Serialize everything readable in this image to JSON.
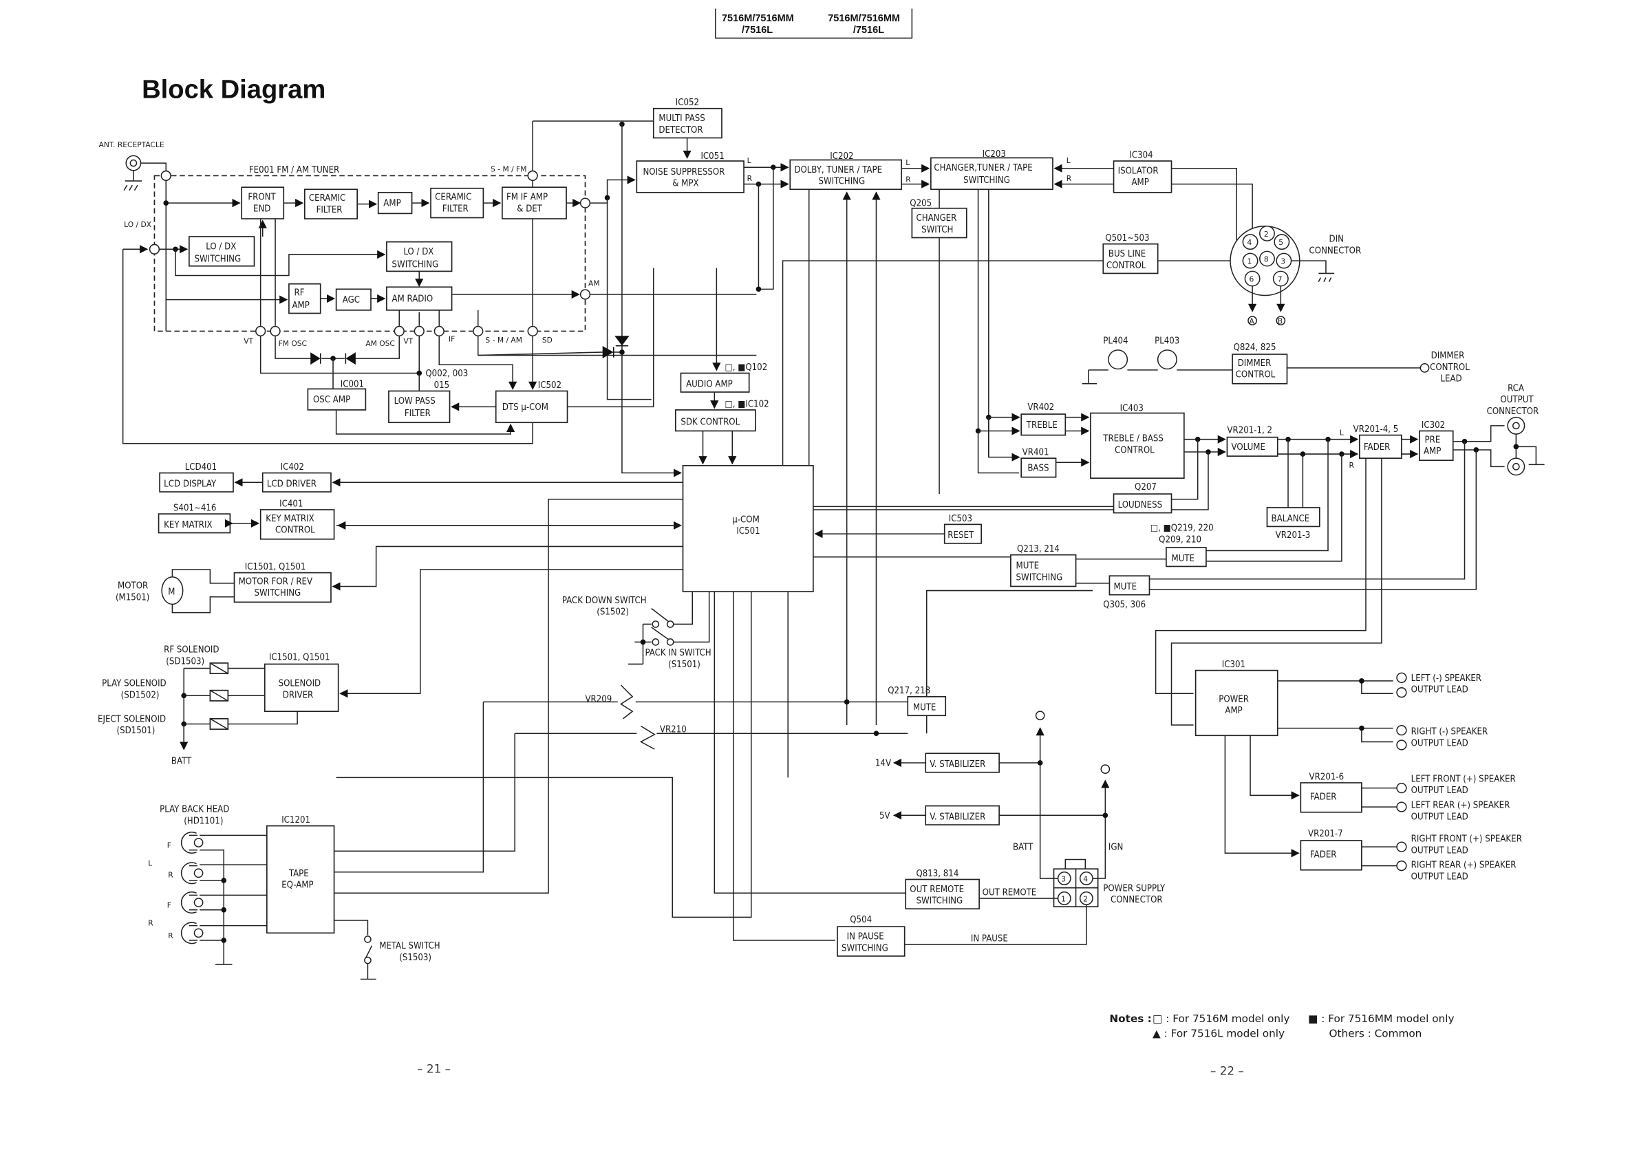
{
  "header": {
    "model_left_1": "7516M/7516MM",
    "model_left_2": "/7516L",
    "model_right_1": "7516M/7516MM",
    "model_right_2": "/7516L"
  },
  "title": "Block Diagram",
  "tuner": {
    "ant": "ANT. RECEPTACLE",
    "module": "FE001 FM / AM TUNER",
    "lodx": "LO / DX",
    "front_end": [
      "FRONT",
      "END"
    ],
    "ceramic1": [
      "CERAMIC",
      "FILTER"
    ],
    "amp": "AMP",
    "ceramic2": [
      "CERAMIC",
      "FILTER"
    ],
    "fm_if": [
      "FM IF AMP",
      "& DET"
    ],
    "lodx_sw1": [
      "LO / DX",
      "SWITCHING"
    ],
    "lodx_sw2": [
      "LO / DX",
      "SWITCHING"
    ],
    "rf_amp": [
      "RF",
      "AMP"
    ],
    "agc": "AGC",
    "am_radio": "AM RADIO",
    "smfm": "S - M / FM",
    "am": "AM",
    "pins": {
      "vt1": "VT",
      "fm_osc": "FM OSC",
      "am_osc": "AM OSC",
      "vt2": "VT",
      "if": "IF",
      "smam": "S - M / AM",
      "sd": "SD"
    },
    "ic001": "IC001",
    "osc_amp": "OSC AMP",
    "q002": "Q002, 003",
    "q015": "015",
    "lpf": [
      "LOW PASS",
      "FILTER"
    ],
    "ic502": "IC502",
    "dts": "DTS μ-COM"
  },
  "signal": {
    "ic052": "IC052",
    "mpd": [
      "MULTI PASS",
      "DETECTOR"
    ],
    "ic051": "IC051",
    "ns": [
      "NOISE SUPPRESSOR",
      "& MPX"
    ],
    "ic202": "IC202",
    "dolby": [
      "DOLBY, TUNER / TAPE",
      "SWITCHING"
    ],
    "ic203": "IC203",
    "changer": [
      "CHANGER,TUNER / TAPE",
      "SWITCHING"
    ],
    "q205": "Q205",
    "chsw": [
      "CHANGER",
      "SWITCH"
    ],
    "ic304": "IC304",
    "iso": [
      "ISOLATOR",
      "AMP"
    ],
    "q501": "Q501~503",
    "bus": [
      "BUS LINE",
      "CONTROL"
    ],
    "din": [
      "DIN",
      "CONNECTOR"
    ],
    "din_pins": [
      "1",
      "2",
      "3",
      "4",
      "5",
      "6",
      "7",
      "8"
    ],
    "ref_a": "A",
    "ref_b": "B",
    "L": "L",
    "R": "R"
  },
  "dimmer": {
    "pl404": "PL404",
    "pl403": "PL403",
    "q824": "Q824, 825",
    "dim": [
      "DIMMER",
      "CONTROL"
    ],
    "lead": [
      "DIMMER",
      "CONTROL",
      "LEAD"
    ]
  },
  "audio": {
    "q102": "□, ■Q102",
    "audio_amp": "AUDIO AMP",
    "ic102": "□, ■IC102",
    "sdk": "SDK CONTROL",
    "vr402": "VR402",
    "treble": "TREBLE",
    "vr401": "VR401",
    "bass": "BASS",
    "ic403": "IC403",
    "tb": [
      "TREBLE / BASS",
      "CONTROL"
    ],
    "q207": "Q207",
    "loud": "LOUDNESS",
    "vr201_12": "VR201-1, 2",
    "volume": "VOLUME",
    "balance": "BALANCE",
    "vr201_3": "VR201-3",
    "vr201_45": "VR201-4, 5",
    "fader": "FADER",
    "ic302": "IC302",
    "pre": [
      "PRE",
      "AMP"
    ],
    "rca": [
      "RCA",
      "OUTPUT",
      "CONNECTOR"
    ],
    "q219": "□, ■Q219, 220",
    "q209": "Q209, 210",
    "mute1": "MUTE",
    "q213": "Q213, 214",
    "mutesw": [
      "MUTE",
      "SWITCHING"
    ],
    "mute2": "MUTE",
    "q305": "Q305, 306"
  },
  "control": {
    "lcd401": "LCD401",
    "lcd": "LCD DISPLAY",
    "ic402": "IC402",
    "lcd_drv": "LCD DRIVER",
    "s401": "S401~416",
    "keym": "KEY MATRIX",
    "ic401": "IC401",
    "keyc": [
      "KEY MATRIX",
      "CONTROL"
    ],
    "ic1501a": "IC1501, Q1501",
    "motor_sw": [
      "MOTOR FOR / REV",
      "SWITCHING"
    ],
    "motor": [
      "MOTOR",
      "(M1501)"
    ],
    "m": "M",
    "ucom": [
      "μ-COM",
      "IC501"
    ],
    "ic503": "IC503",
    "reset": "RESET",
    "pds": [
      "PACK DOWN SWITCH",
      "(S1502)"
    ],
    "pis": [
      "PACK IN SWITCH",
      "(S1501)"
    ],
    "rf_sol": [
      "RF SOLENOID",
      "(SD1503)"
    ],
    "play_sol": [
      "PLAY SOLENOID",
      "(SD1502)"
    ],
    "ej_sol": [
      "EJECT SOLENOID",
      "(SD1501)"
    ],
    "ic1501b": "IC1501, Q1501",
    "sol_drv": [
      "SOLENOID",
      "DRIVER"
    ],
    "batt": "BATT",
    "vr209": "VR209",
    "vr210": "VR210",
    "q217": "Q217, 218",
    "mute3": "MUTE"
  },
  "tape": {
    "head": [
      "PLAY BACK HEAD",
      "(HD1101)"
    ],
    "ic1201": "IC1201",
    "eq": [
      "TAPE",
      "EQ-AMP"
    ],
    "F": "F",
    "R": "R",
    "L": "L",
    "metal": [
      "METAL SWITCH",
      "(S1503)"
    ]
  },
  "power": {
    "v14": "14V",
    "v5": "5V",
    "vstab": "V. STABILIZER",
    "batt": "BATT",
    "ign": "IGN",
    "q813": "Q813, 814",
    "outrem": [
      "OUT REMOTE",
      "SWITCHING"
    ],
    "outrem_line": "OUT REMOTE",
    "q504": "Q504",
    "inpause": [
      "IN PAUSE",
      "SWITCHING"
    ],
    "inpause_line": "IN PAUSE",
    "conn": [
      "POWER SUPPLY",
      "CONNECTOR"
    ],
    "pins": [
      "3",
      "4",
      "1",
      "2"
    ]
  },
  "output": {
    "ic301": "IC301",
    "pamp": [
      "POWER",
      "AMP"
    ],
    "lneg": [
      "LEFT (-) SPEAKER",
      "OUTPUT LEAD"
    ],
    "rneg": [
      "RIGHT (-) SPEAKER",
      "OUTPUT LEAD"
    ],
    "vr201_6": "VR201-6",
    "vr201_7": "VR201-7",
    "fader": "FADER",
    "lf": [
      "LEFT FRONT (+) SPEAKER",
      "OUTPUT LEAD"
    ],
    "lr": [
      "LEFT REAR (+) SPEAKER",
      "OUTPUT LEAD"
    ],
    "rf": [
      "RIGHT FRONT (+) SPEAKER",
      "OUTPUT LEAD"
    ],
    "rr": [
      "RIGHT REAR (+) SPEAKER",
      "OUTPUT LEAD"
    ]
  },
  "notes": {
    "label": "Notes :",
    "n1": "□ : For 7516M model only",
    "n2": "■ : For 7516MM model only",
    "n3": "▲ : For 7516L model only",
    "n4": "Others : Common"
  },
  "pages": {
    "left": "– 21 –",
    "right": "– 22 –"
  }
}
